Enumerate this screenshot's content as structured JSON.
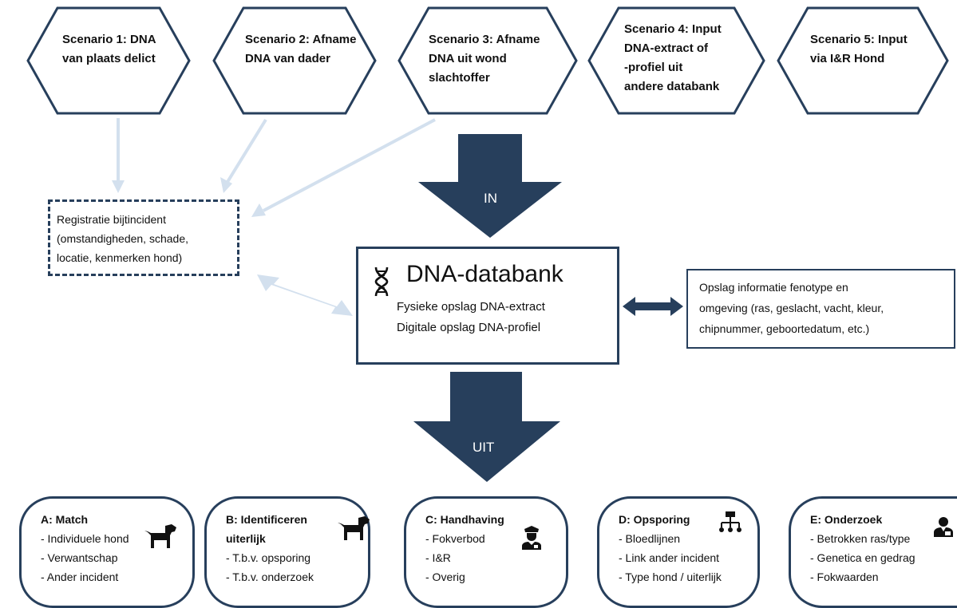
{
  "scenarios": [
    {
      "lines": [
        "Scenario 1: DNA",
        "van plaats delict"
      ]
    },
    {
      "lines": [
        "Scenario 2: Afname",
        "DNA van dader"
      ]
    },
    {
      "lines": [
        "Scenario 3: Afname",
        "DNA uit wond",
        "slachtoffer"
      ]
    },
    {
      "lines": [
        "Scenario 4: Input",
        "DNA-extract of",
        "-profiel uit",
        "andere databank"
      ]
    },
    {
      "lines": [
        "Scenario 5: Input",
        "via I&R Hond"
      ]
    }
  ],
  "registration": {
    "lines": [
      "Registratie bijtincident",
      "(omstandigheden, schade,",
      "locatie, kenmerken hond)"
    ]
  },
  "in_label": "IN",
  "out_label": "UIT",
  "databank": {
    "title": "DNA-databank",
    "line1": "Fysieke opslag DNA-extract",
    "line2": "Digitale opslag DNA-profiel",
    "icon": "dna-icon"
  },
  "phenotype": {
    "lines": [
      "Opslag informatie fenotype en",
      "omgeving (ras, geslacht, vacht, kleur,",
      "chipnummer, geboortedatum, etc.)"
    ]
  },
  "outputs": [
    {
      "title": "A: Match",
      "items": [
        "- Individuele hond",
        "- Verwantschap",
        "- Ander incident"
      ],
      "icon": "dog-icon"
    },
    {
      "title": "B: Identificeren",
      "title2": "uiterlijk",
      "items": [
        "- T.b.v. opsporing",
        "- T.b.v. onderzoek"
      ],
      "icon": "dog-icon"
    },
    {
      "title": "C: Handhaving",
      "items": [
        "- Fokverbod",
        "- I&R",
        "- Overig"
      ],
      "icon": "police-officer-icon"
    },
    {
      "title": "D: Opsporing",
      "items": [
        "- Bloedlijnen",
        "- Link ander incident",
        "- Type hond / uiterlijk"
      ],
      "icon": "hierarchy-icon"
    },
    {
      "title": "E: Onderzoek",
      "items": [
        "- Betrokken ras/type",
        "- Genetica en gedrag",
        "- Fokwaarden"
      ],
      "icon": "researcher-icon"
    }
  ],
  "colors": {
    "navy": "#273f5c",
    "light_arrow": "#d3e0ee"
  }
}
